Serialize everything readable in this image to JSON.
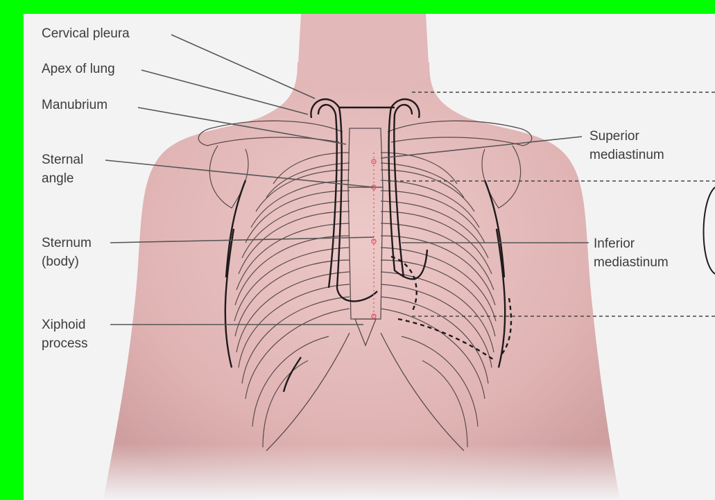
{
  "colors": {
    "frame": "#00ff00",
    "background": "#f3f3f4",
    "skin": "#e4bcbb",
    "skin_shadow": "#cf9fa0",
    "bone_outline": "#5a4a4c",
    "pleura_line": "#1e1a1c",
    "sternum_marker": "#e05a6a",
    "label_text": "#3c3c3c",
    "leader_line": "#555555"
  },
  "labels": {
    "cervical_pleura": "Cervical pleura",
    "apex_of_lung": "Apex of lung",
    "manubrium": "Manubrium",
    "sternal_angle": [
      "Sternal",
      "angle"
    ],
    "sternum_body": [
      "Sternum",
      "(body)"
    ],
    "xiphoid_process": [
      "Xiphoid",
      "process"
    ],
    "superior_mediastinum": [
      "Superior",
      "mediastinum"
    ],
    "inferior_mediastinum": [
      "Inferior",
      "mediastinum"
    ]
  }
}
